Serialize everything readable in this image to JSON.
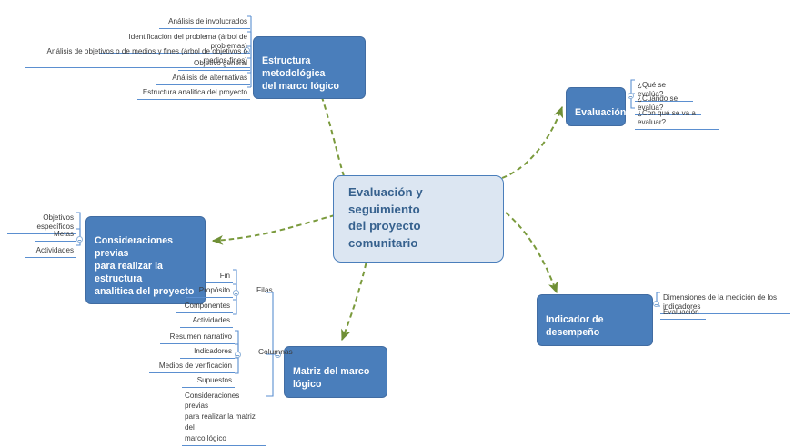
{
  "map": {
    "title": "Evaluación y seguimiento del proyecto comunitario",
    "root": {
      "label": "Evaluación y seguimiento\ndel proyecto comunitario"
    },
    "colors": {
      "root_fill": "#dce6f2",
      "root_border": "#4a7ebb",
      "root_text": "#36618e",
      "node_fill": "#4a7ebb",
      "node_text": "#ffffff",
      "leaf_underline": "#5b8fd0",
      "leaf_text": "#3b3b3b",
      "connector": "#7a9a3c",
      "background": "#ffffff"
    },
    "branches": [
      {
        "id": "estructura-metodologica",
        "label": "Estructura metodológica\ndel marco lógico",
        "children": [
          {
            "label": "Análisis de involucrados"
          },
          {
            "label": "Identificación del problema (árbol de problemas)"
          },
          {
            "label": "Análisis de objetivos o de medios y fines (árbol de objetivos o medios-fines)"
          },
          {
            "label": "Objetivo general"
          },
          {
            "label": "Análisis de alternativas"
          },
          {
            "label": "Estructura analitica del proyecto"
          }
        ]
      },
      {
        "id": "evaluacion",
        "label": "Evaluación",
        "children": [
          {
            "label": "¿Qué se evalúa?"
          },
          {
            "label": "¿Cuándo se evalúa?"
          },
          {
            "label": "¿Con qué se va a evaluar?"
          }
        ]
      },
      {
        "id": "indicador-de-desempeno",
        "label": "Indicador de desempeño",
        "children": [
          {
            "label": "Dimensiones de la medición de los indicadores"
          },
          {
            "label": "Evaluación"
          }
        ]
      },
      {
        "id": "consideraciones-previas-estructura",
        "label": "Consideraciones previas\npara realizar la estructura\nanalitica del proyecto",
        "children": [
          {
            "label": "Objetivos específicos"
          },
          {
            "label": "Metas"
          },
          {
            "label": "Actividades"
          }
        ]
      },
      {
        "id": "matriz-del-marco-logico",
        "label": "Matriz del marco lógico",
        "children": [
          {
            "label": "Filas",
            "children": [
              {
                "label": "Fin"
              },
              {
                "label": "Propósito"
              },
              {
                "label": "Componentes"
              },
              {
                "label": "Actividades"
              }
            ]
          },
          {
            "label": "Columnas",
            "children": [
              {
                "label": "Resumen narrativo"
              },
              {
                "label": "Indicadores"
              },
              {
                "label": "Medios de verificación"
              },
              {
                "label": "Supuestos"
              }
            ]
          },
          {
            "label": "Consideraciones previas\npara realizar la matriz del\nmarco lógico"
          }
        ]
      }
    ]
  }
}
